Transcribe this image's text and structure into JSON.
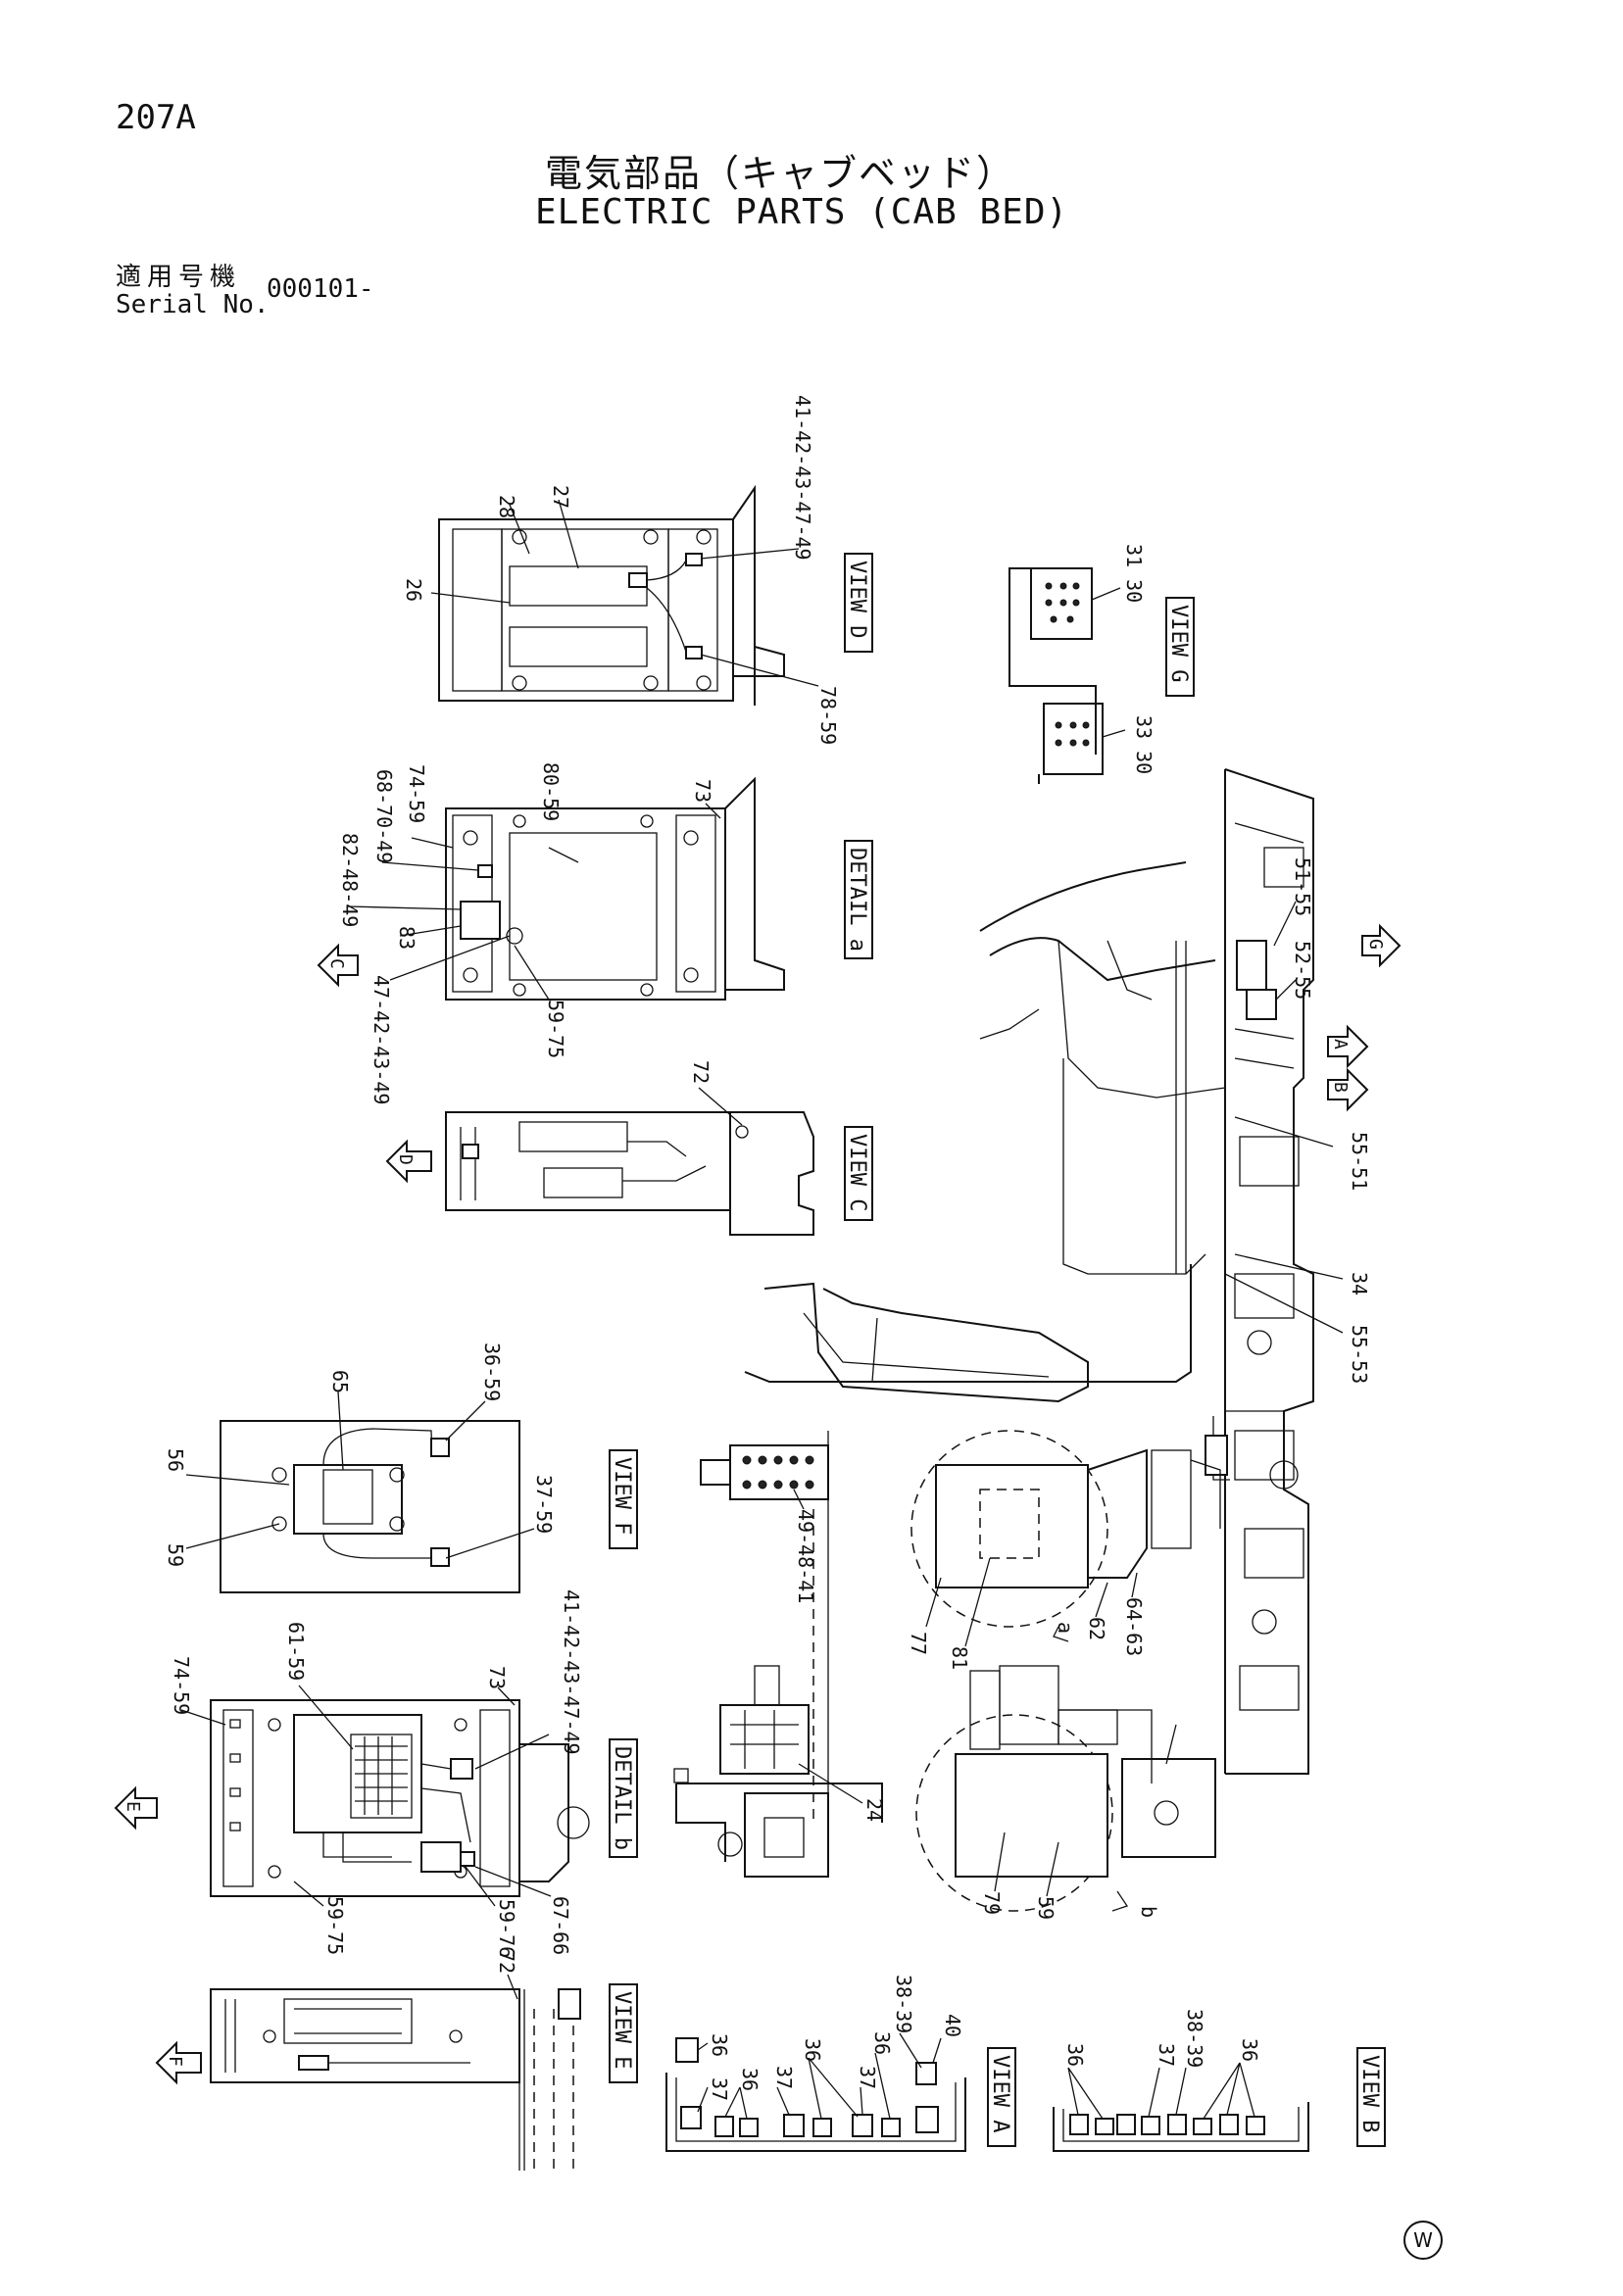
{
  "header": {
    "page_number": "207A",
    "title_jp": "電気部品（キャブベッド）",
    "title_en": "ELECTRIC PARTS (CAB BED)",
    "serial_label_jp": "適用号機",
    "serial_label_en": "Serial No.",
    "serial_number": "000101-"
  },
  "views": {
    "view_d": "VIEW D",
    "detail_a": "DETAIL a",
    "view_c": "VIEW C",
    "view_f": "VIEW F",
    "detail_b": "DETAIL b",
    "view_e": "VIEW E",
    "view_a": "VIEW A",
    "view_b": "VIEW B",
    "view_g": "VIEW G"
  },
  "arrows": {
    "c": "C",
    "d": "D",
    "e": "E",
    "f": "F",
    "g": "G",
    "a": "A",
    "b": "B"
  },
  "callouts": {
    "v_d_28": "28",
    "v_d_27": "27",
    "v_d_26": "26",
    "v_d_41": "41-42-43-47-49",
    "v_d_78": "78-59",
    "v_g_31_30": "31 30",
    "v_g_33_30": "33 30",
    "d_a_73": "73",
    "d_a_80": "80-59",
    "d_a_74": "74-59",
    "d_a_68": "68-70-49",
    "d_a_82": "82-48-49",
    "d_a_83": "83",
    "d_a_47": "47-42-43-49",
    "d_a_59": "59-75",
    "v_c_72": "72",
    "m_51": "51-55",
    "m_52": "52-55",
    "m_55_51": "55-51",
    "m_34": "34",
    "m_55_53": "55-53",
    "v_f_65": "65",
    "v_f_36": "36-59",
    "v_f_56": "56",
    "v_f_37": "37-59",
    "v_f_59": "59",
    "m_49": "49-48-41",
    "m_77": "77",
    "m_81": "81",
    "m_a": "a",
    "m_62": "62",
    "m_64": "64-63",
    "d_b_61": "61-59",
    "d_b_73": "73",
    "d_b_74": "74-59",
    "d_b_41": "41-42-43-47-49",
    "d_b_59_75": "59-75",
    "d_b_59_76": "59-76",
    "d_b_67": "67-66",
    "m_24": "24",
    "m_79": "79",
    "m_59": "59",
    "m_b": "b",
    "v_e_72": "72",
    "v_a_36a": "36",
    "v_a_37a": "37",
    "v_a_36b": "36",
    "v_a_37b": "37",
    "v_a_36c": "36",
    "v_a_37c": "37",
    "v_a_36d": "36",
    "v_a_38": "38-39",
    "v_a_40": "40",
    "v_b_36a": "36",
    "v_b_37": "37",
    "v_b_38": "38-39",
    "v_b_36b": "36"
  },
  "mark": "W"
}
